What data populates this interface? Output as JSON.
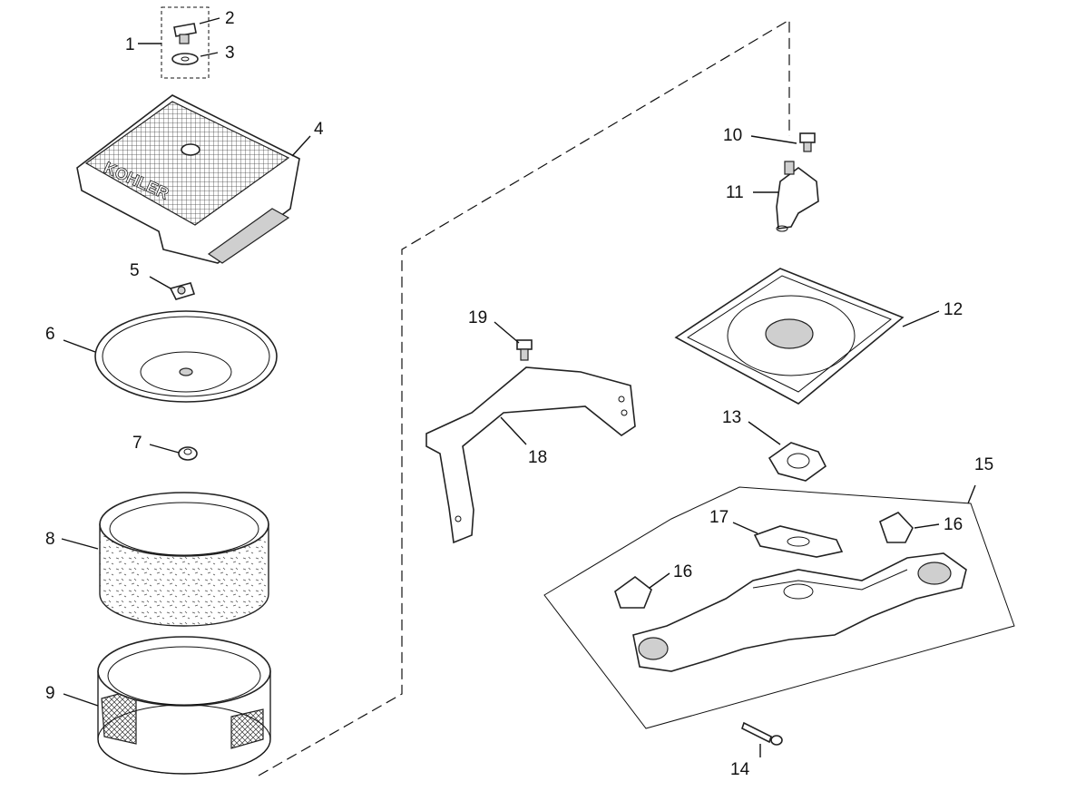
{
  "diagram": {
    "brand_text": "KOHLER",
    "callouts": [
      {
        "id": "c1",
        "text": "1"
      },
      {
        "id": "c2",
        "text": "2"
      },
      {
        "id": "c3",
        "text": "3"
      },
      {
        "id": "c4",
        "text": "4"
      },
      {
        "id": "c5",
        "text": "5"
      },
      {
        "id": "c6",
        "text": "6"
      },
      {
        "id": "c7",
        "text": "7"
      },
      {
        "id": "c8",
        "text": "8"
      },
      {
        "id": "c9",
        "text": "9"
      },
      {
        "id": "c10",
        "text": "10"
      },
      {
        "id": "c11",
        "text": "11"
      },
      {
        "id": "c12",
        "text": "12"
      },
      {
        "id": "c13",
        "text": "13"
      },
      {
        "id": "c14",
        "text": "14"
      },
      {
        "id": "c15",
        "text": "15"
      },
      {
        "id": "c16a",
        "text": "16"
      },
      {
        "id": "c16b",
        "text": "16"
      },
      {
        "id": "c17",
        "text": "17"
      },
      {
        "id": "c18",
        "text": "18"
      },
      {
        "id": "c19",
        "text": "19"
      }
    ]
  }
}
